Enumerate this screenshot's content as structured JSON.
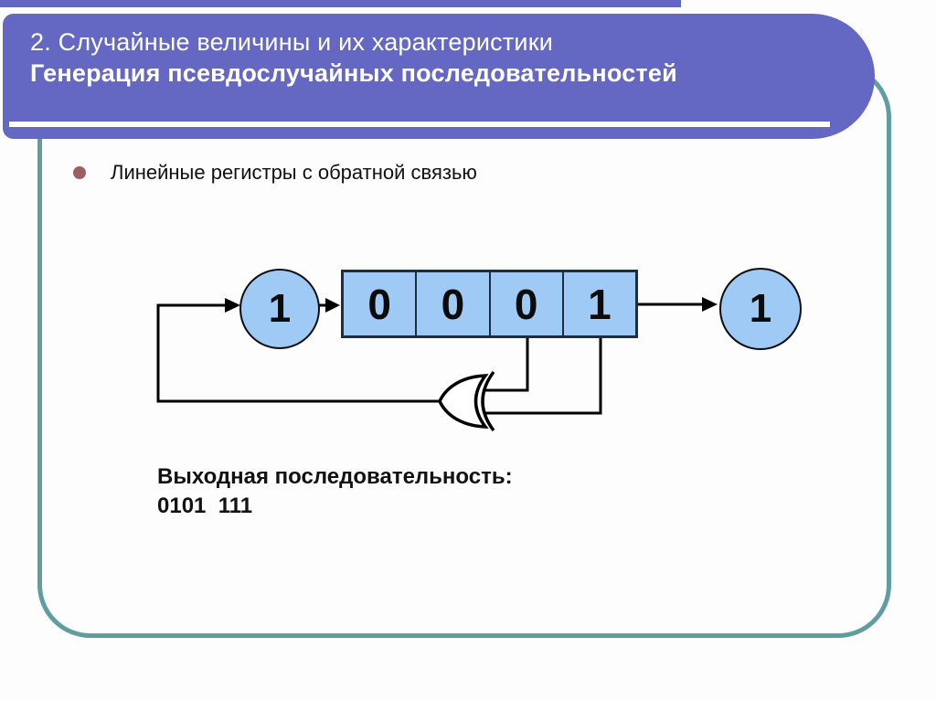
{
  "slide": {
    "header": {
      "title_line1": "2. Случайные величины и их характеристики",
      "title_line2": "Генерация псевдослучайных последовательностей"
    },
    "bullet": {
      "text": "Линейные регистры с обратной связью"
    },
    "output": {
      "label": "Выходная последовательность:",
      "value": "0101  111"
    }
  },
  "diagram": {
    "type": "lfsr-block-diagram",
    "input_bit": "1",
    "register_cells": [
      "0",
      "0",
      "0",
      "1"
    ],
    "output_bit": "1",
    "feedback_gate": "xor",
    "tapped_cells": [
      3,
      4
    ]
  },
  "colors": {
    "header_purple": "#6568c2",
    "frame_teal": "#5f9da0",
    "cell_blue": "#9ecaf5",
    "bullet_maroon": "#a05e5e",
    "wire_black": "#000000"
  }
}
